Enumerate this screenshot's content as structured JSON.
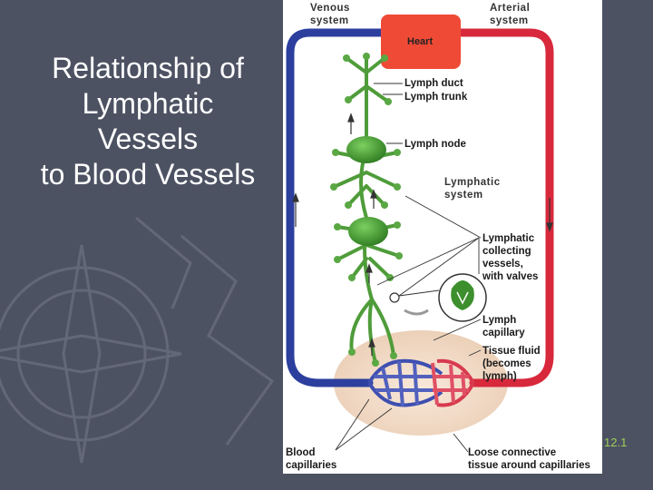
{
  "slide": {
    "title_lines": [
      "Relationship of",
      "Lymphatic",
      "Vessels",
      "to Blood Vessels"
    ],
    "figure_number": "12.1"
  },
  "diagram": {
    "venous_system": [
      "Venous",
      "system"
    ],
    "arterial_system": [
      "Arterial",
      "system"
    ],
    "heart": "Heart",
    "lymph_duct": "Lymph duct",
    "lymph_trunk": "Lymph trunk",
    "lymph_node": "Lymph node",
    "lymphatic_system": [
      "Lymphatic",
      "system"
    ],
    "collecting_vessels": [
      "Lymphatic",
      "collecting",
      "vessels,",
      "with valves"
    ],
    "lymph_capillary": [
      "Lymph",
      "capillary"
    ],
    "tissue_fluid": [
      "Tissue fluid",
      "(becomes",
      "lymph)"
    ],
    "blood_capillaries": [
      "Blood",
      "capillaries"
    ],
    "loose_connective": [
      "Loose connective",
      "tissue around capillaries"
    ]
  },
  "colors": {
    "background": "#4d5263",
    "venous_blue": "#2c3f9e",
    "arterial_red": "#d8283c",
    "heart": "#ef4a36",
    "lymph_green": "#3c8f2c",
    "tissue": "#f1d8c4",
    "figure_number": "#9ccf55"
  }
}
